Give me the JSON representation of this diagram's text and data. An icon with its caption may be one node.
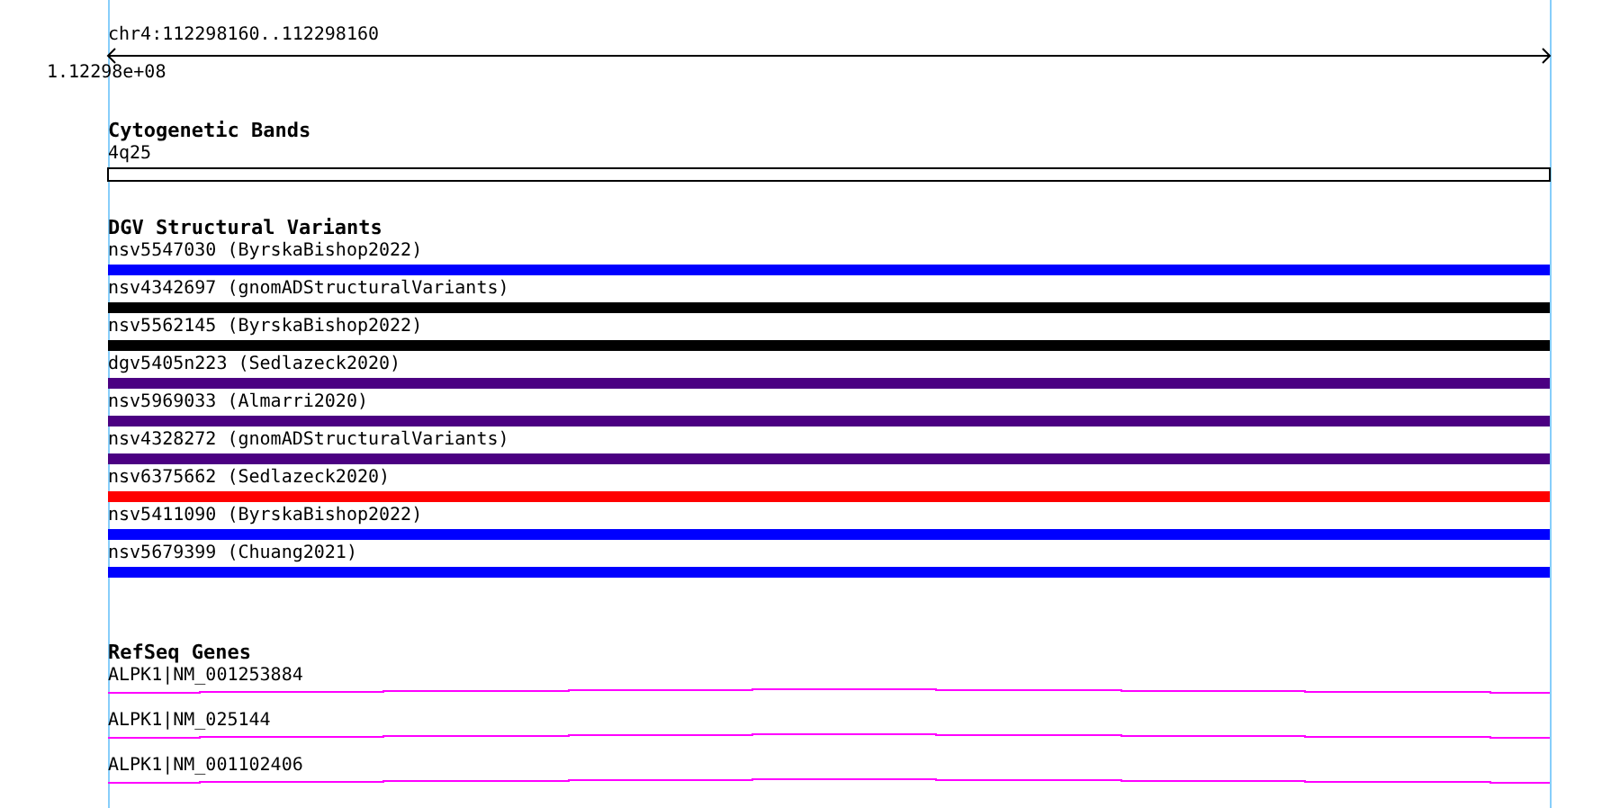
{
  "diagram": {
    "nodes": [
      {
        "text": [
          "Cytogenetic Bands"
        ]
      },
      {
        "text": [
          "4q25"
        ],
        "in": 0
      },
      {
        "text": [
          "DGV Structural Variants"
        ]
      },
      {
        "text": [
          "nsv5547030 (ByrskaBishop2022)"
        ],
        "in": 2
      },
      {
        "text": [
          "nsv4342697 (gnomADStructuralVariants)"
        ],
        "in": 2
      },
      {
        "text": [
          "nsv5562145 (ByrskaBishop2022)"
        ],
        "in": 2
      },
      {
        "text": [
          "dgv5405n223 (Sedlazeck2020)"
        ],
        "in": 2
      },
      {
        "text": [
          "nsv5969033 (Almarri2020)"
        ],
        "in": 2
      },
      {
        "text": [
          "nsv4328272 (gnomADStructuralVariants)"
        ],
        "in": 2
      },
      {
        "text": [
          "nsv6375662 (Sedlazeck2020)"
        ],
        "in": 2
      },
      {
        "text": [
          "nsv5411090 (ByrskaBishop2022)"
        ],
        "in": 2
      },
      {
        "text": [
          "nsv5679399 (Chuang2021)"
        ],
        "in": 2
      },
      {
        "text": [
          "RefSeq Genes"
        ]
      },
      {
        "text": [
          "ALPK1|NM_001253884"
        ],
        "in": 12
      },
      {
        "text": [
          "ALPK1|NM_025144"
        ],
        "in": 12
      },
      {
        "text": [
          "ALPK1|NM_001102406"
        ],
        "in": 12
      }
    ],
    "labels": [
      "chr4:112298160..112298160",
      "1.12298e+08"
    ]
  }
}
